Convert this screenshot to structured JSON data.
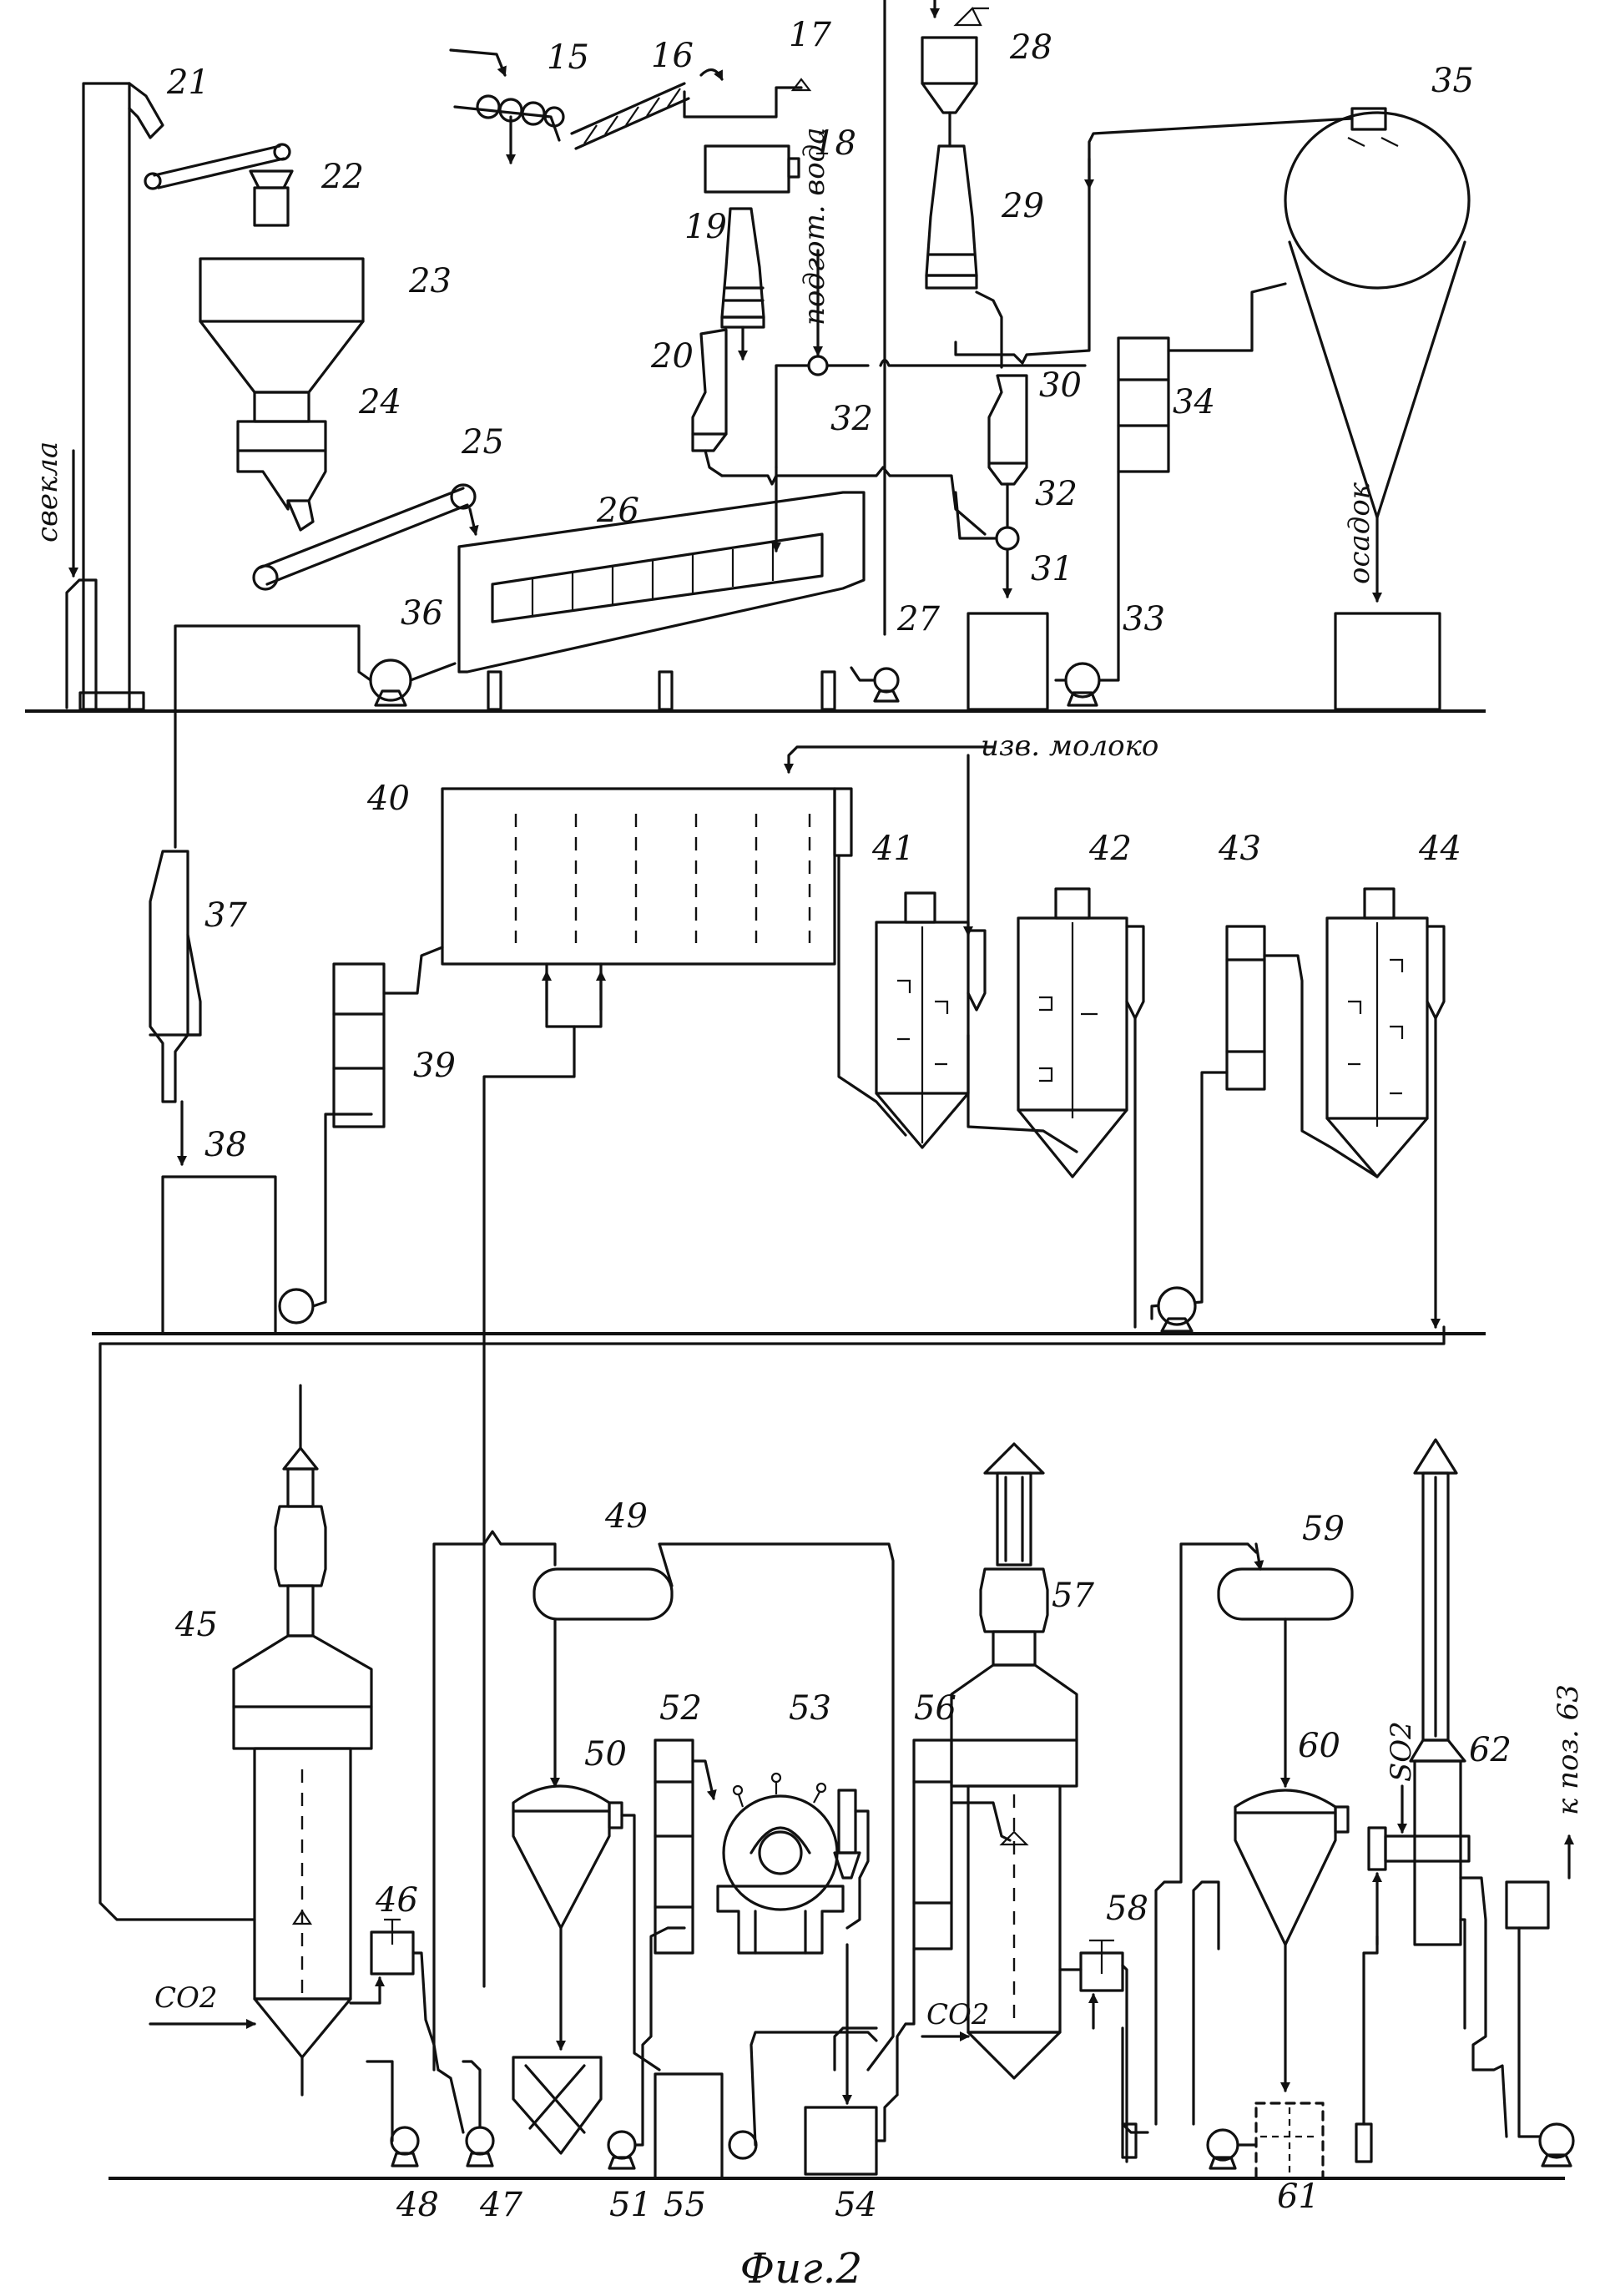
{
  "figure": {
    "caption": "Фиг.2",
    "labels": {
      "beet": "свекла",
      "prepared_water": "подгот. вода",
      "lime_milk": "изв. молоко",
      "sediment": "осадок",
      "co2_a": "CO2",
      "co2_b": "CO2",
      "so2": "SO2",
      "to_pos_63": "к поз. 63"
    },
    "numbers": {
      "n15": "15",
      "n16": "16",
      "n17": "17",
      "n18": "18",
      "n19": "19",
      "n20": "20",
      "n21": "21",
      "n22": "22",
      "n23": "23",
      "n24": "24",
      "n25": "25",
      "n26": "26",
      "n27": "27",
      "n28": "28",
      "n29": "29",
      "n30": "30",
      "n31": "31",
      "n32a": "32",
      "n32b": "32",
      "n33": "33",
      "n34": "34",
      "n35": "35",
      "n36": "36",
      "n37": "37",
      "n38": "38",
      "n39": "39",
      "n40": "40",
      "n41": "41",
      "n42": "42",
      "n43": "43",
      "n44": "44",
      "n45": "45",
      "n46": "46",
      "n47": "47",
      "n48": "48",
      "n49": "49",
      "n50": "50",
      "n51": "51",
      "n52": "52",
      "n53": "53",
      "n54": "54",
      "n55": "55",
      "n56": "56",
      "n57": "57",
      "n58": "58",
      "n59": "59",
      "n60": "60",
      "n61": "61",
      "n62": "62"
    }
  }
}
